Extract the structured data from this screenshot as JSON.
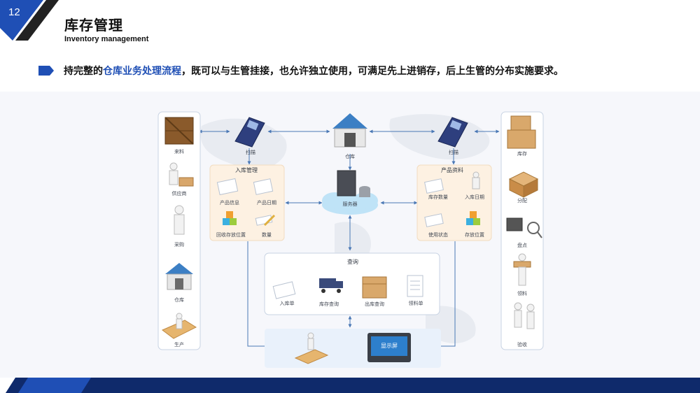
{
  "page": {
    "number": "12",
    "title": "库存管理",
    "subtitle": "Inventory management"
  },
  "summary": {
    "before": "持完整的",
    "highlight": "仓库业务处理流程",
    "after": "，既可以与生管挂接，也允许独立使用，可满足先上进销存，后上生管的分布实施要求。"
  },
  "colors": {
    "brand_dark": "#0f2a6b",
    "brand_blue": "#1f4fb5",
    "panel_orange": "#fdf1e2",
    "panel_blue": "#e9f1fb"
  },
  "diagram": {
    "left_column": [
      "来料",
      "供应商",
      "采购",
      "仓库",
      "生产"
    ],
    "right_column": [
      "库存",
      "分配",
      "盘点",
      "领料",
      "验收"
    ],
    "scanner_left": "扫描",
    "scanner_right": "扫描",
    "warehouse": "仓库",
    "server": "服务器",
    "inbound": {
      "title": "入库管理",
      "items": [
        "产品信息",
        "产品日期",
        "回收存放位置",
        "数量"
      ]
    },
    "product": {
      "title": "产品资料",
      "items": [
        "库存数量",
        "入库日期",
        "使用状态",
        "存放位置"
      ]
    },
    "query": {
      "title": "查询",
      "items": [
        "入库单",
        "库存查询",
        "出库查询",
        "领料单"
      ]
    },
    "display": "显示屏"
  }
}
